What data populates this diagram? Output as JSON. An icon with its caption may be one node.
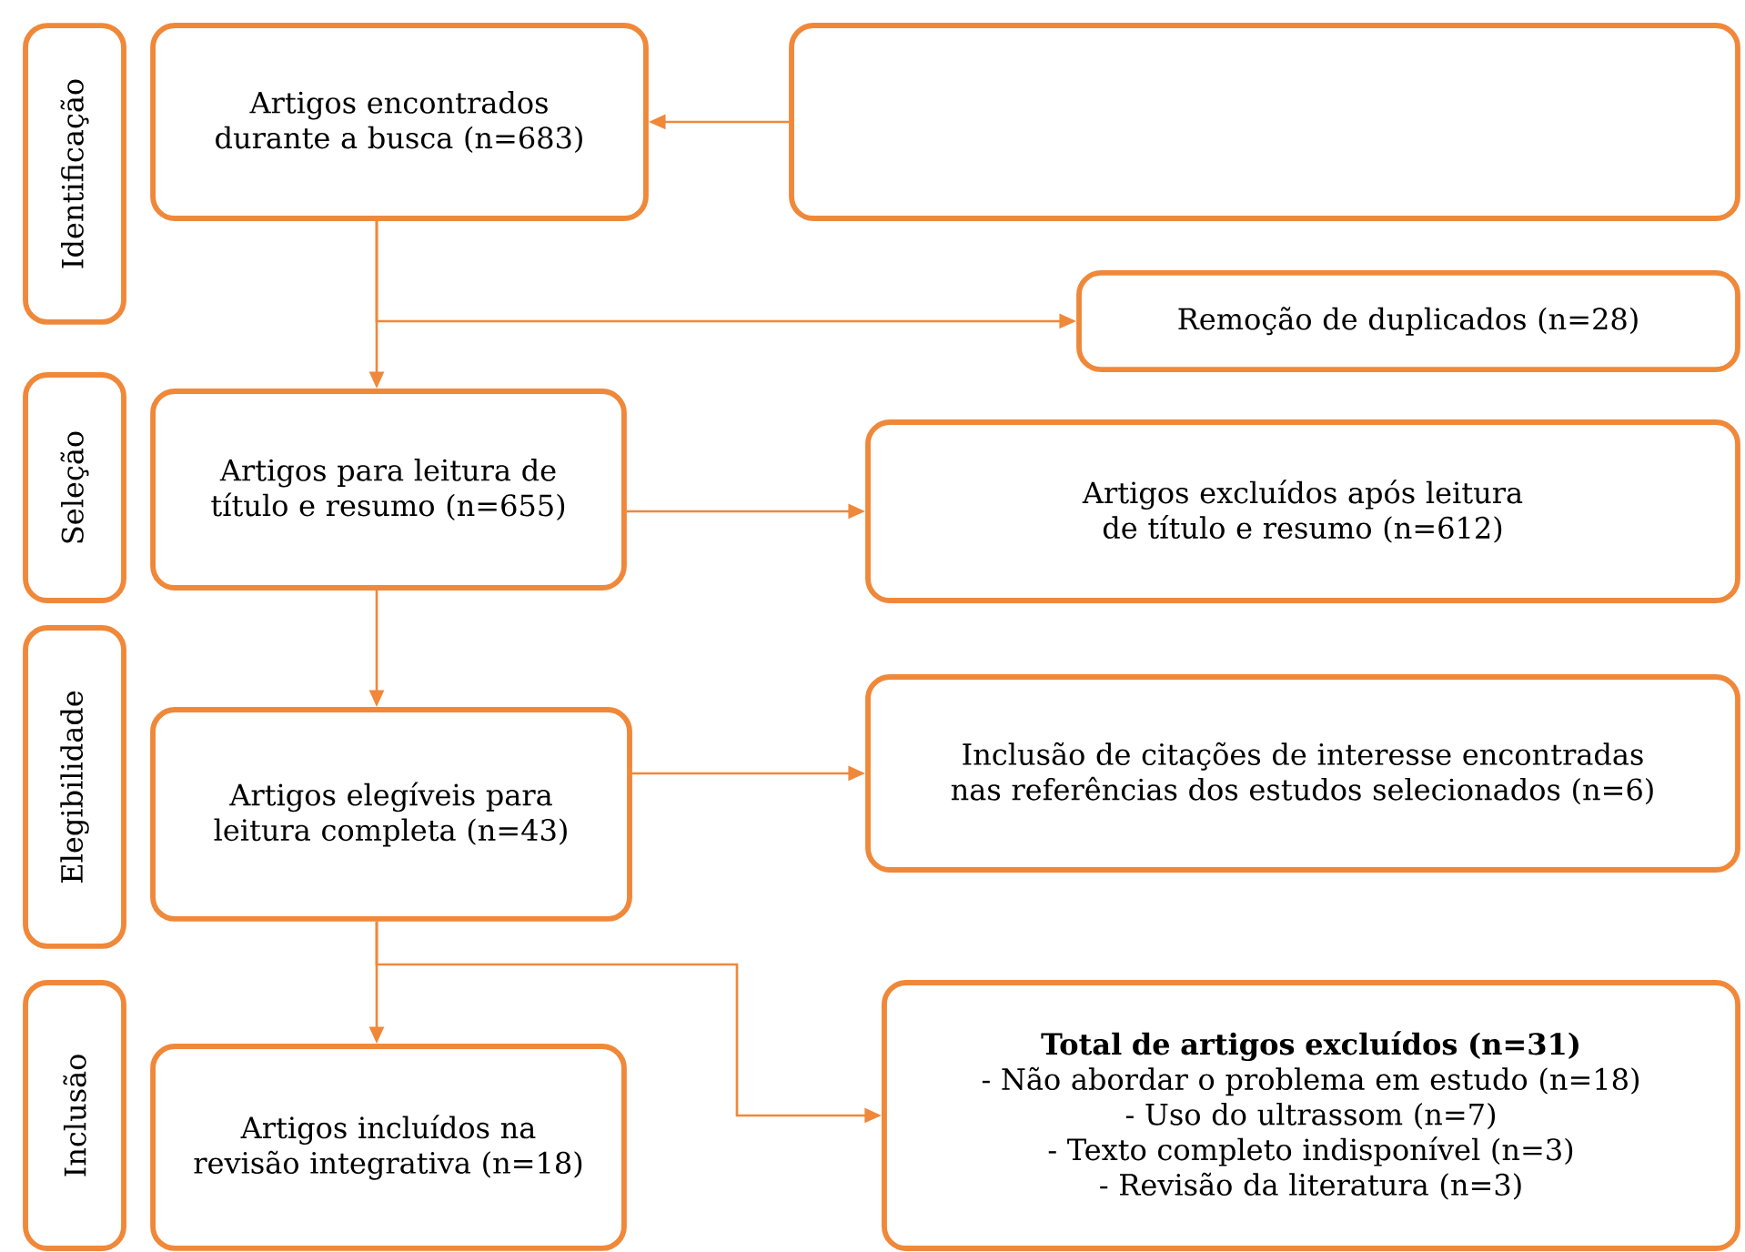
{
  "diagram": {
    "nodes": [
      {
        "text": [
          "Identificação"
        ]
      },
      {
        "text": [
          "Artigos encontrados durante a busca (n=683)"
        ]
      },
      {
        "text": [],
        "shape": "box"
      },
      {
        "text": [
          "Remoção de duplicados (n=28)"
        ]
      },
      {
        "text": [
          "Seleção"
        ]
      },
      {
        "text": [
          "Artigos para leitura de título e resumo (n=655)"
        ]
      },
      {
        "text": [
          "Artigos excluídos após leitura de título e resumo (n=612)"
        ]
      },
      {
        "text": [
          "Elegibilidade"
        ]
      },
      {
        "text": [
          "Artigos elegíveis para leitura completa (n=43)"
        ]
      },
      {
        "text": [
          "Inclusão de citações de interesse encontradas nas referências dos estudos selecionados (n=6)"
        ]
      },
      {
        "text": [
          "Inclusão"
        ]
      },
      {
        "text": [
          "Artigos incluídos na revisão integrativa (n=18)"
        ]
      },
      {
        "text": [
          "Total de artigos excluídos (n=31)",
          "- Não abordar o problema em estudo (n=18)",
          "- Uso do ultrassom (n=7)",
          "- Texto completo indisponível (n=3)",
          "- Revisão da literatura (n=3)"
        ]
      }
    ],
    "edges": [
      {
        "from": 2,
        "to": 1,
        "arrow": "to"
      },
      {
        "from": 1,
        "to": 5,
        "arrow": "to"
      },
      {
        "from": 1,
        "to": 3,
        "arrow": "to"
      },
      {
        "from": 5,
        "to": 6,
        "arrow": "to"
      },
      {
        "from": 5,
        "to": 8,
        "arrow": "to"
      },
      {
        "from": 8,
        "to": 9,
        "arrow": "to"
      },
      {
        "from": 8,
        "to": 11,
        "arrow": "to"
      },
      {
        "from": 8,
        "to": 12,
        "arrow": "to"
      }
    ]
  }
}
